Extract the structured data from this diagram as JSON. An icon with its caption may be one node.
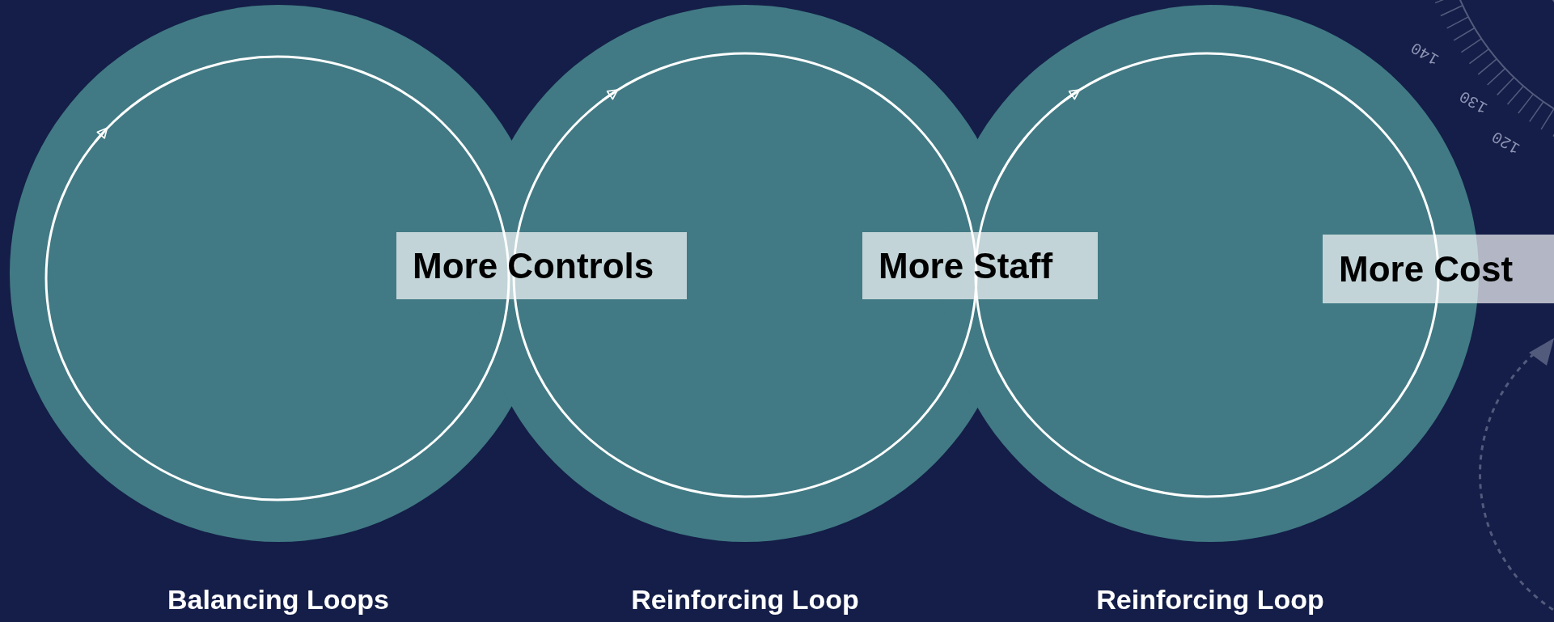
{
  "diagram": {
    "nodes": [
      {
        "text": [
          "Balancing Loops"
        ]
      },
      {
        "text": [
          "More Controls"
        ]
      },
      {
        "text": [
          "Reinforcing Loop"
        ]
      },
      {
        "text": [
          "More Staff"
        ]
      },
      {
        "text": [
          "Reinforcing Loop"
        ]
      },
      {
        "text": [
          "More Cost"
        ]
      }
    ],
    "edges": [],
    "labels": [
      "140",
      "130",
      "120"
    ]
  }
}
